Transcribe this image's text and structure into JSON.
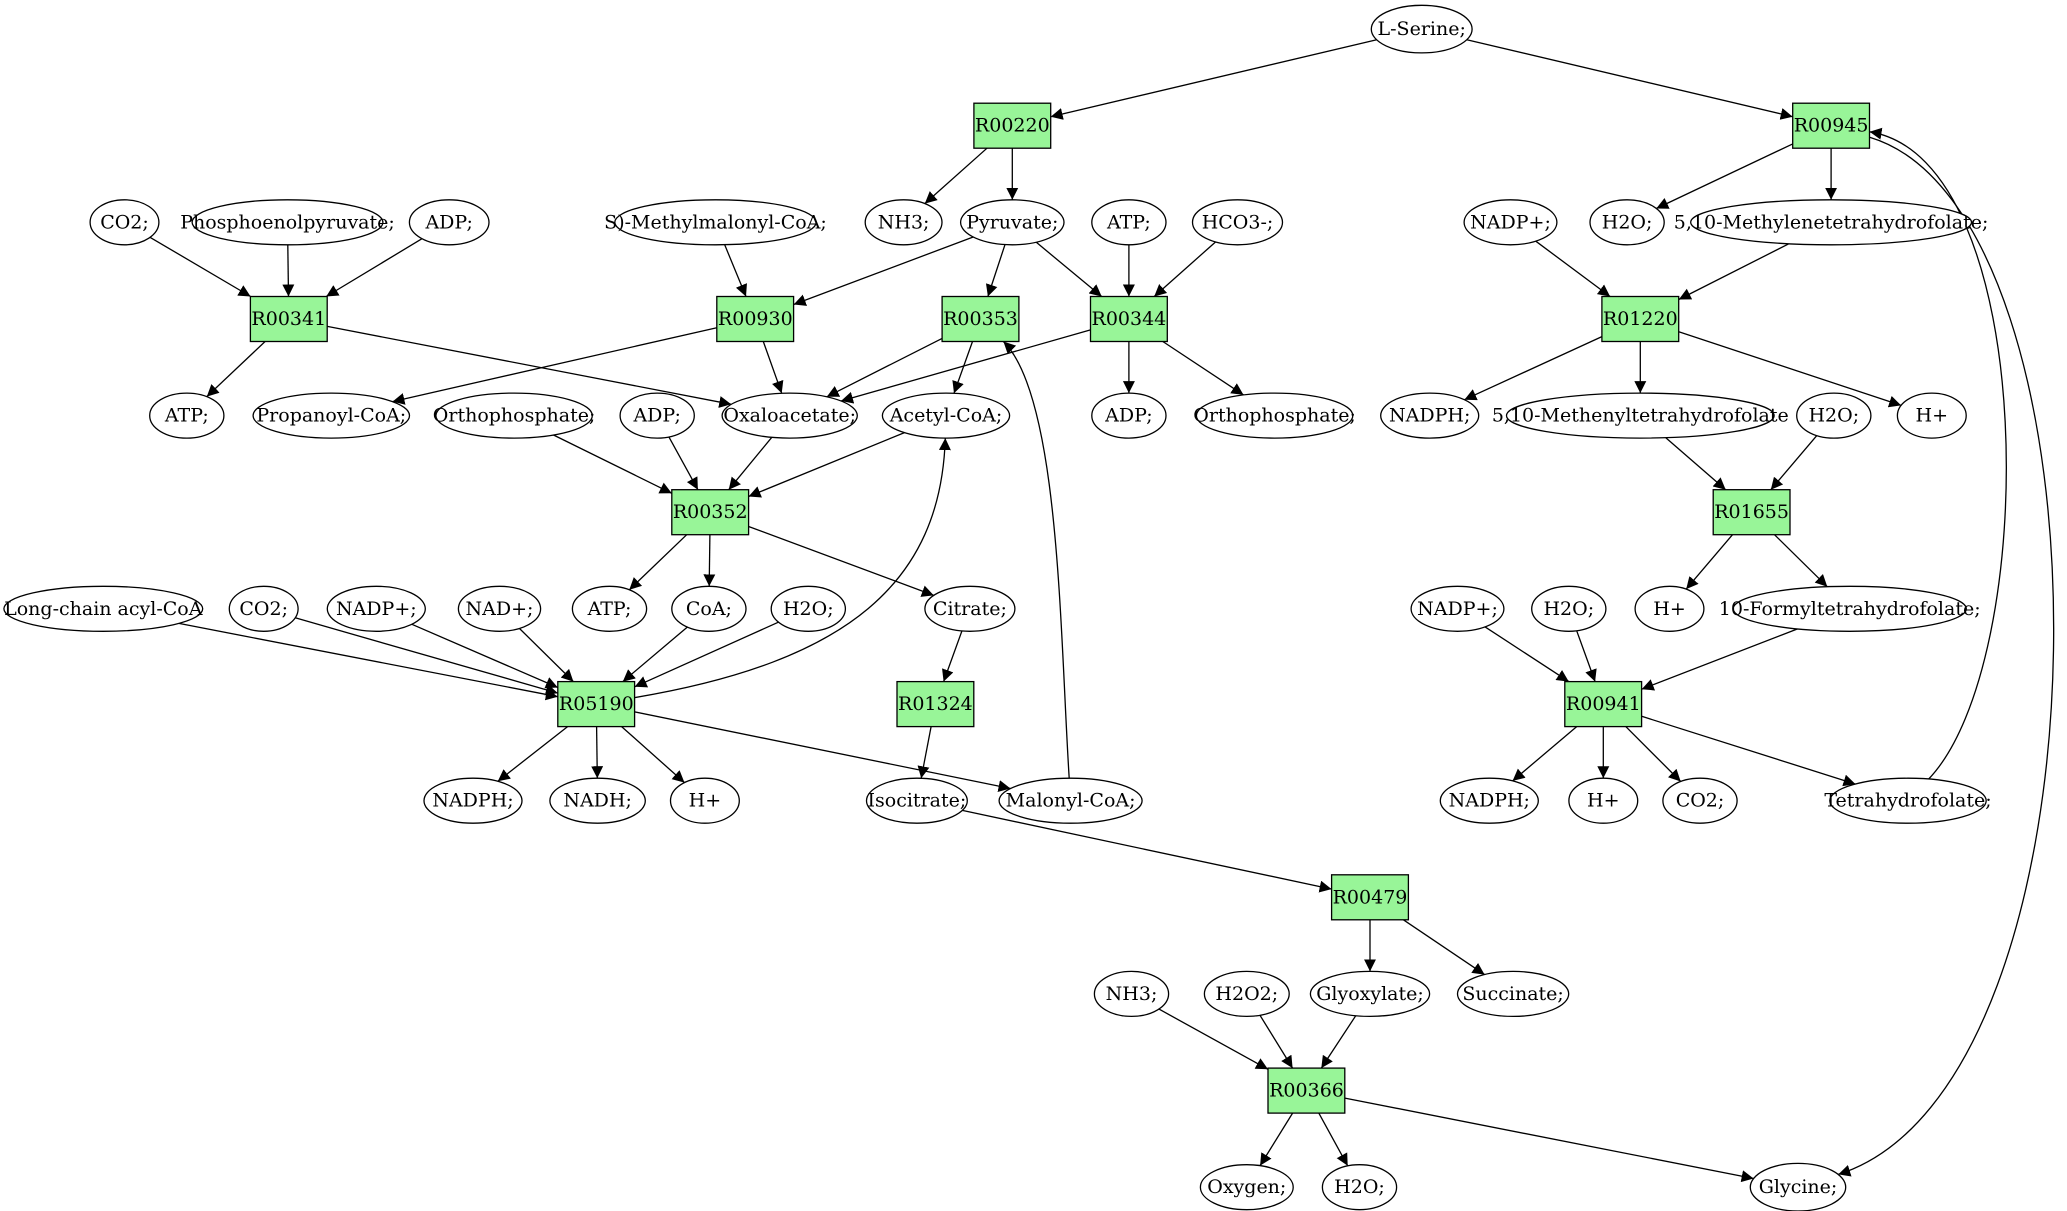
{
  "colors": {
    "reaction": "#98f598",
    "start": "#00ee00",
    "end": "#ffff00",
    "default": "#ffffff"
  },
  "nodes": [
    {
      "id": "l-serine",
      "label": "L-Serine;",
      "shape": "ellipse",
      "role": "start"
    },
    {
      "id": "r00220",
      "label": "R00220",
      "shape": "box"
    },
    {
      "id": "r00945",
      "label": "R00945",
      "shape": "box"
    },
    {
      "id": "co2-a",
      "label": "CO2;",
      "shape": "ellipse"
    },
    {
      "id": "phosphoenolpyruvate",
      "label": "Phosphoenolpyruvate;",
      "shape": "ellipse"
    },
    {
      "id": "adp-a",
      "label": "ADP;",
      "shape": "ellipse"
    },
    {
      "id": "methylmalonyl-coa",
      "label": "S)-Methylmalonyl-CoA;",
      "shape": "ellipse"
    },
    {
      "id": "nh3-a",
      "label": "NH3;",
      "shape": "ellipse"
    },
    {
      "id": "pyruvate",
      "label": "Pyruvate;",
      "shape": "ellipse"
    },
    {
      "id": "atp-a",
      "label": "ATP;",
      "shape": "ellipse"
    },
    {
      "id": "hco3",
      "label": "HCO3-;",
      "shape": "ellipse"
    },
    {
      "id": "nadp-a",
      "label": "NADP+;",
      "shape": "ellipse"
    },
    {
      "id": "h2o-a",
      "label": "H2O;",
      "shape": "ellipse"
    },
    {
      "id": "methylenethf",
      "label": "5,10-Methylenetetrahydrofolate;",
      "shape": "ellipse"
    },
    {
      "id": "r00341",
      "label": "R00341",
      "shape": "box"
    },
    {
      "id": "r00930",
      "label": "R00930",
      "shape": "box"
    },
    {
      "id": "r00353",
      "label": "R00353",
      "shape": "box"
    },
    {
      "id": "r00344",
      "label": "R00344",
      "shape": "box"
    },
    {
      "id": "r01220",
      "label": "R01220",
      "shape": "box"
    },
    {
      "id": "atp-b",
      "label": "ATP;",
      "shape": "ellipse"
    },
    {
      "id": "propanoyl-coa",
      "label": "Propanoyl-CoA;",
      "shape": "ellipse"
    },
    {
      "id": "orthophosphate-a",
      "label": "Orthophosphate;",
      "shape": "ellipse"
    },
    {
      "id": "adp-b",
      "label": "ADP;",
      "shape": "ellipse"
    },
    {
      "id": "oxaloacetate",
      "label": "Oxaloacetate;",
      "shape": "ellipse"
    },
    {
      "id": "acetyl-coa",
      "label": "Acetyl-CoA;",
      "shape": "ellipse"
    },
    {
      "id": "adp-c",
      "label": "ADP;",
      "shape": "ellipse"
    },
    {
      "id": "orthophosphate-b",
      "label": "Orthophosphate;",
      "shape": "ellipse"
    },
    {
      "id": "nadph-a",
      "label": "NADPH;",
      "shape": "ellipse"
    },
    {
      "id": "methenylthf",
      "label": "5,10-Methenyltetrahydrofolate",
      "shape": "ellipse"
    },
    {
      "id": "h2o-b",
      "label": "H2O;",
      "shape": "ellipse"
    },
    {
      "id": "hplus-a",
      "label": "H+",
      "shape": "ellipse"
    },
    {
      "id": "r00352",
      "label": "R00352",
      "shape": "box"
    },
    {
      "id": "r01655",
      "label": "R01655",
      "shape": "box"
    },
    {
      "id": "long-chain-acyl-coa",
      "label": "Long-chain acyl-CoA",
      "shape": "ellipse"
    },
    {
      "id": "co2-b",
      "label": "CO2;",
      "shape": "ellipse"
    },
    {
      "id": "nadp-b",
      "label": "NADP+;",
      "shape": "ellipse"
    },
    {
      "id": "nad",
      "label": "NAD+;",
      "shape": "ellipse"
    },
    {
      "id": "atp-c",
      "label": "ATP;",
      "shape": "ellipse"
    },
    {
      "id": "coa",
      "label": "CoA;",
      "shape": "ellipse"
    },
    {
      "id": "h2o-c",
      "label": "H2O;",
      "shape": "ellipse"
    },
    {
      "id": "citrate",
      "label": "Citrate;",
      "shape": "ellipse"
    },
    {
      "id": "hplus-b",
      "label": "H+",
      "shape": "ellipse"
    },
    {
      "id": "formylthf",
      "label": "10-Formyltetrahydrofolate;",
      "shape": "ellipse"
    },
    {
      "id": "nadp-c",
      "label": "NADP+;",
      "shape": "ellipse"
    },
    {
      "id": "h2o-d",
      "label": "H2O;",
      "shape": "ellipse"
    },
    {
      "id": "r05190",
      "label": "R05190",
      "shape": "box"
    },
    {
      "id": "r01324",
      "label": "R01324",
      "shape": "box"
    },
    {
      "id": "r00941",
      "label": "R00941",
      "shape": "box"
    },
    {
      "id": "nadph-b",
      "label": "NADPH;",
      "shape": "ellipse"
    },
    {
      "id": "nadh",
      "label": "NADH;",
      "shape": "ellipse"
    },
    {
      "id": "hplus-c",
      "label": "H+",
      "shape": "ellipse"
    },
    {
      "id": "isocitrate",
      "label": "Isocitrate;",
      "shape": "ellipse"
    },
    {
      "id": "malonyl-coa",
      "label": "Malonyl-CoA;",
      "shape": "ellipse"
    },
    {
      "id": "nadph-c",
      "label": "NADPH;",
      "shape": "ellipse"
    },
    {
      "id": "hplus-d",
      "label": "H+",
      "shape": "ellipse"
    },
    {
      "id": "co2-c",
      "label": "CO2;",
      "shape": "ellipse"
    },
    {
      "id": "tetrahydrofolate",
      "label": "Tetrahydrofolate;",
      "shape": "ellipse"
    },
    {
      "id": "r00479",
      "label": "R00479",
      "shape": "box"
    },
    {
      "id": "nh3-b",
      "label": "NH3;",
      "shape": "ellipse"
    },
    {
      "id": "h2o2",
      "label": "H2O2;",
      "shape": "ellipse"
    },
    {
      "id": "glyoxylate",
      "label": "Glyoxylate;",
      "shape": "ellipse"
    },
    {
      "id": "succinate",
      "label": "Succinate;",
      "shape": "ellipse"
    },
    {
      "id": "r00366",
      "label": "R00366",
      "shape": "box"
    },
    {
      "id": "oxygen",
      "label": "Oxygen;",
      "shape": "ellipse"
    },
    {
      "id": "h2o-e",
      "label": "H2O;",
      "shape": "ellipse"
    },
    {
      "id": "glycine",
      "label": "Glycine;",
      "shape": "ellipse",
      "role": "end"
    }
  ],
  "edges": [
    {
      "from": "l-serine",
      "to": "r00220"
    },
    {
      "from": "l-serine",
      "to": "r00945"
    },
    {
      "from": "r00220",
      "to": "nh3-a"
    },
    {
      "from": "r00220",
      "to": "pyruvate"
    },
    {
      "from": "r00945",
      "to": "h2o-a"
    },
    {
      "from": "r00945",
      "to": "methylenethf"
    },
    {
      "from": "r00945",
      "to": "glycine"
    },
    {
      "from": "tetrahydrofolate",
      "to": "r00945"
    },
    {
      "from": "co2-a",
      "to": "r00341"
    },
    {
      "from": "phosphoenolpyruvate",
      "to": "r00341"
    },
    {
      "from": "adp-a",
      "to": "r00341"
    },
    {
      "from": "r00341",
      "to": "atp-b"
    },
    {
      "from": "r00341",
      "to": "oxaloacetate"
    },
    {
      "from": "methylmalonyl-coa",
      "to": "r00930"
    },
    {
      "from": "pyruvate",
      "to": "r00930"
    },
    {
      "from": "r00930",
      "to": "propanoyl-coa"
    },
    {
      "from": "r00930",
      "to": "oxaloacetate"
    },
    {
      "from": "pyruvate",
      "to": "r00353"
    },
    {
      "from": "malonyl-coa",
      "to": "r00353"
    },
    {
      "from": "r00353",
      "to": "oxaloacetate"
    },
    {
      "from": "r00353",
      "to": "acetyl-coa"
    },
    {
      "from": "pyruvate",
      "to": "r00344"
    },
    {
      "from": "atp-a",
      "to": "r00344"
    },
    {
      "from": "hco3",
      "to": "r00344"
    },
    {
      "from": "r00344",
      "to": "oxaloacetate"
    },
    {
      "from": "r00344",
      "to": "adp-c"
    },
    {
      "from": "r00344",
      "to": "orthophosphate-b"
    },
    {
      "from": "nadp-a",
      "to": "r01220"
    },
    {
      "from": "methylenethf",
      "to": "r01220"
    },
    {
      "from": "r01220",
      "to": "nadph-a"
    },
    {
      "from": "r01220",
      "to": "methenylthf"
    },
    {
      "from": "r01220",
      "to": "hplus-a"
    },
    {
      "from": "orthophosphate-a",
      "to": "r00352"
    },
    {
      "from": "adp-b",
      "to": "r00352"
    },
    {
      "from": "oxaloacetate",
      "to": "r00352"
    },
    {
      "from": "acetyl-coa",
      "to": "r00352"
    },
    {
      "from": "r00352",
      "to": "atp-c"
    },
    {
      "from": "r00352",
      "to": "coa"
    },
    {
      "from": "r00352",
      "to": "citrate"
    },
    {
      "from": "methenylthf",
      "to": "r01655"
    },
    {
      "from": "h2o-b",
      "to": "r01655"
    },
    {
      "from": "r01655",
      "to": "hplus-b"
    },
    {
      "from": "r01655",
      "to": "formylthf"
    },
    {
      "from": "long-chain-acyl-coa",
      "to": "r05190"
    },
    {
      "from": "co2-b",
      "to": "r05190"
    },
    {
      "from": "nadp-b",
      "to": "r05190"
    },
    {
      "from": "nad",
      "to": "r05190"
    },
    {
      "from": "coa",
      "to": "r05190"
    },
    {
      "from": "h2o-c",
      "to": "r05190"
    },
    {
      "from": "r05190",
      "to": "acetyl-coa"
    },
    {
      "from": "r05190",
      "to": "nadph-b"
    },
    {
      "from": "r05190",
      "to": "nadh"
    },
    {
      "from": "r05190",
      "to": "hplus-c"
    },
    {
      "from": "r05190",
      "to": "malonyl-coa"
    },
    {
      "from": "citrate",
      "to": "r01324"
    },
    {
      "from": "r01324",
      "to": "isocitrate"
    },
    {
      "from": "nadp-c",
      "to": "r00941"
    },
    {
      "from": "h2o-d",
      "to": "r00941"
    },
    {
      "from": "formylthf",
      "to": "r00941"
    },
    {
      "from": "r00941",
      "to": "nadph-c"
    },
    {
      "from": "r00941",
      "to": "hplus-d"
    },
    {
      "from": "r00941",
      "to": "co2-c"
    },
    {
      "from": "r00941",
      "to": "tetrahydrofolate"
    },
    {
      "from": "isocitrate",
      "to": "r00479"
    },
    {
      "from": "r00479",
      "to": "glyoxylate"
    },
    {
      "from": "r00479",
      "to": "succinate"
    },
    {
      "from": "nh3-b",
      "to": "r00366"
    },
    {
      "from": "h2o2",
      "to": "r00366"
    },
    {
      "from": "glyoxylate",
      "to": "r00366"
    },
    {
      "from": "r00366",
      "to": "oxygen"
    },
    {
      "from": "r00366",
      "to": "h2o-e"
    },
    {
      "from": "r00366",
      "to": "glycine"
    }
  ]
}
